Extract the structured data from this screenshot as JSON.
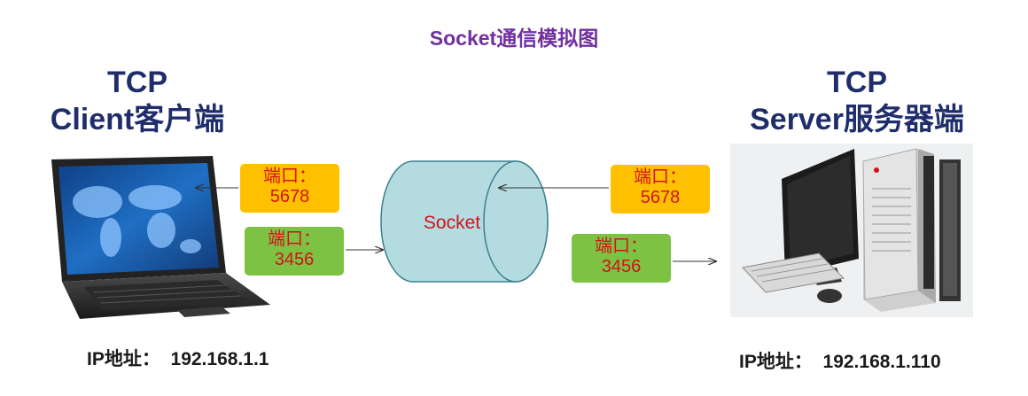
{
  "title": "Socket通信模拟图",
  "client": {
    "protocol": "TCP",
    "role": "Client客户端",
    "ip_label": "IP地址：",
    "ip_value": "192.168.1.1",
    "ports": [
      {
        "label": "端口：",
        "value": "5678",
        "color": "#ffc000"
      },
      {
        "label": "端口：",
        "value": "3456",
        "color": "#7dc242"
      }
    ]
  },
  "server": {
    "protocol": "TCP",
    "role": "Server服务器端",
    "ip_label": "IP地址：",
    "ip_value": "192.168.1.110",
    "ports": [
      {
        "label": "端口：",
        "value": "5678",
        "color": "#ffc000"
      },
      {
        "label": "端口：",
        "value": "3456",
        "color": "#7dc242"
      }
    ]
  },
  "socket": {
    "label": "Socket",
    "fill": "#b4dce0"
  },
  "colors": {
    "title": "#7030a0",
    "heading": "#1f2d6b",
    "port_text": "#d3121b"
  },
  "icons": {
    "client_device": "laptop-icon",
    "server_device": "desktop-computer-icon"
  }
}
